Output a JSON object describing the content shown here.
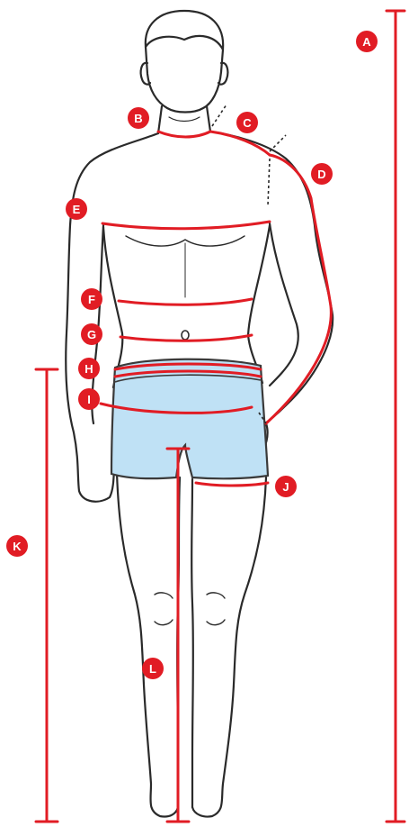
{
  "colors": {
    "outline": "#2a2a2a",
    "measure": "#e11c24",
    "badge": "#e11c24",
    "shorts_fill": "#bfe1f5",
    "shorts_stroke": "#3a3a3a",
    "badge_text": "#ffffff"
  },
  "labels": {
    "A": "A",
    "B": "B",
    "C": "C",
    "D": "D",
    "E": "E",
    "F": "F",
    "G": "G",
    "H": "H",
    "I": "I",
    "J": "J",
    "K": "K",
    "L": "L"
  }
}
